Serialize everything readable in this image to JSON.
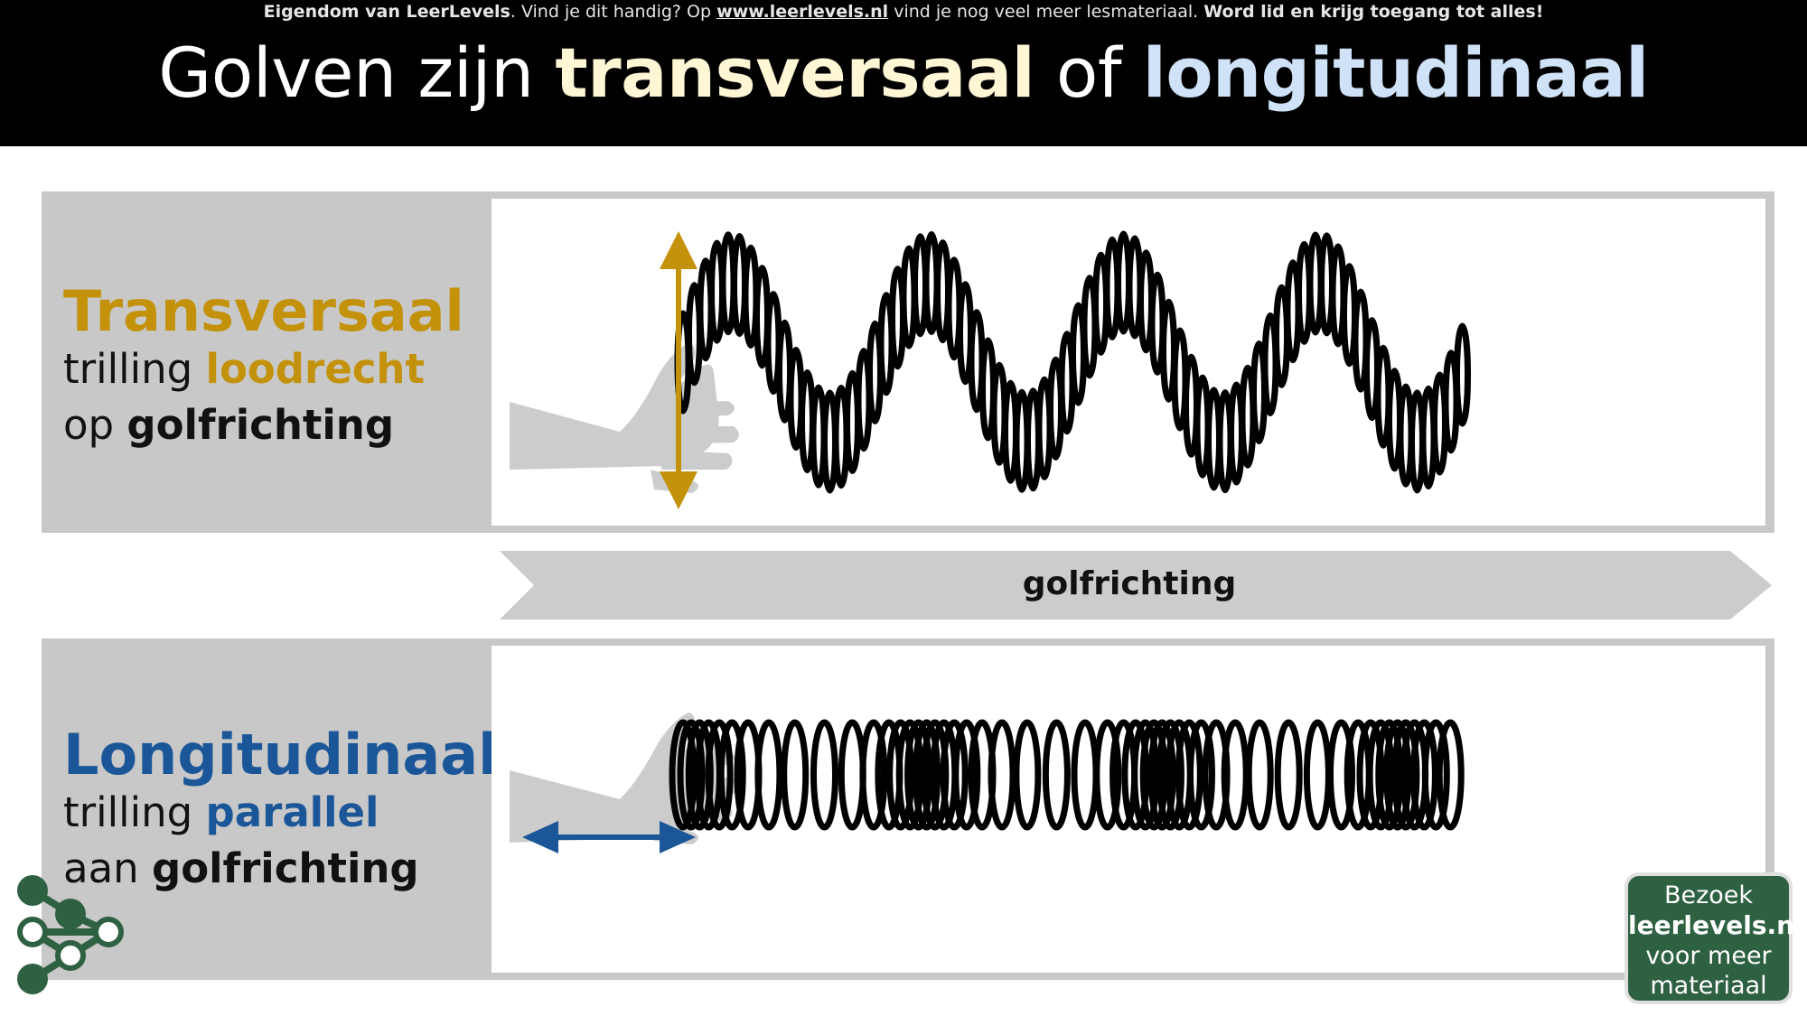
{
  "header": {
    "notice": {
      "owner": "Eigendom van LeerLevels",
      "text1": ". Vind je dit handig? Op ",
      "link": "www.leerlevels.nl",
      "text2": " vind je nog veel meer lesmateriaal. ",
      "cta": "Word lid en krijg toegang tot alles!"
    },
    "title": {
      "part1": "Golven zijn ",
      "word1": "transversaal",
      "part2": " of ",
      "word2": "longitudinaal"
    }
  },
  "transversal": {
    "heading": "Transversaal",
    "line1_plain": "trilling ",
    "line1_highlight": "loodrecht",
    "line2_plain": "op ",
    "line2_bold": "golfrichting"
  },
  "longitudinal": {
    "heading": "Longitudinaal",
    "line1_plain": "trilling ",
    "line1_highlight": "parallel",
    "line2_plain": "aan ",
    "line2_bold": "golfrichting"
  },
  "direction_arrow": {
    "label": "golfrichting"
  },
  "visit_box": {
    "line1": "Bezoek",
    "line2": "leerlevels.nl",
    "line3": "voor meer",
    "line4": "materiaal"
  },
  "colors": {
    "header_bg": "#000000",
    "transversal_accent": "#c3920a",
    "longitudinal_accent": "#1b5698",
    "panel_gray": "#c8c8c8",
    "hand_gray": "#cccccc",
    "logo_green": "#2e6042"
  },
  "icons": [
    "vertical-double-arrow-icon",
    "horizontal-double-arrow-icon",
    "hand-icon",
    "spring-coil-icon",
    "leerlevels-logo-icon"
  ]
}
